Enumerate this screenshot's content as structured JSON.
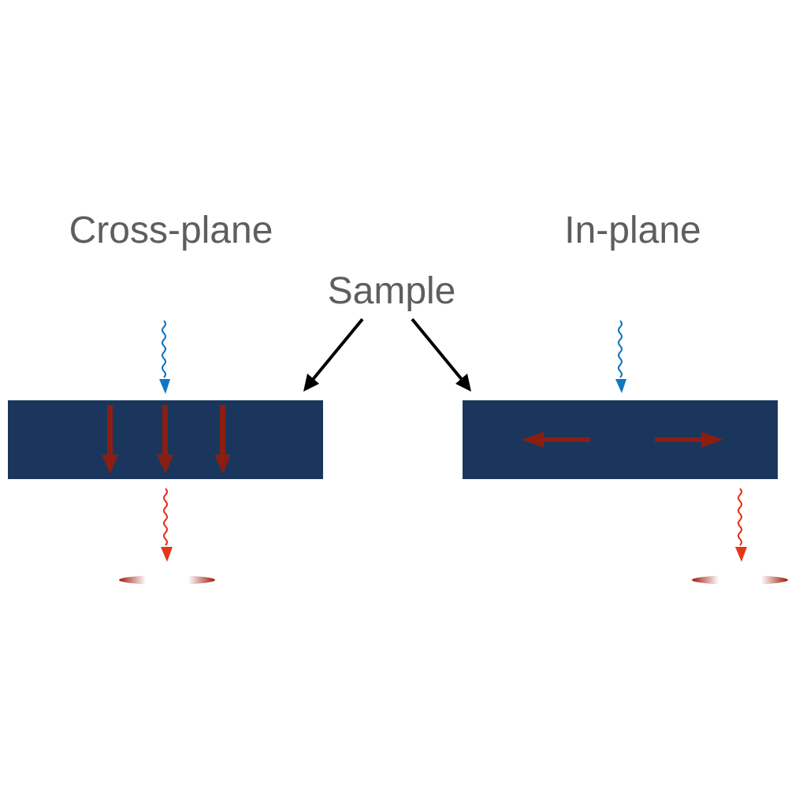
{
  "labels": {
    "cross_plane": "Cross-plane",
    "in_plane": "In-plane",
    "sample": "Sample"
  },
  "colors": {
    "sample_fill": "#1b365d",
    "internal_arrow": "#8b1e12",
    "incident_wave": "#1177c2",
    "emitted_wave": "#e4361b",
    "pointer_arrow": "#000000",
    "text": "#5e5e5e",
    "detector_edge": "#a01d10"
  },
  "panels": [
    {
      "name": "cross-plane",
      "internal_arrow_direction": "down",
      "internal_arrow_count": 3
    },
    {
      "name": "in-plane",
      "internal_arrow_direction": "left-right",
      "internal_arrow_count": 2
    }
  ]
}
